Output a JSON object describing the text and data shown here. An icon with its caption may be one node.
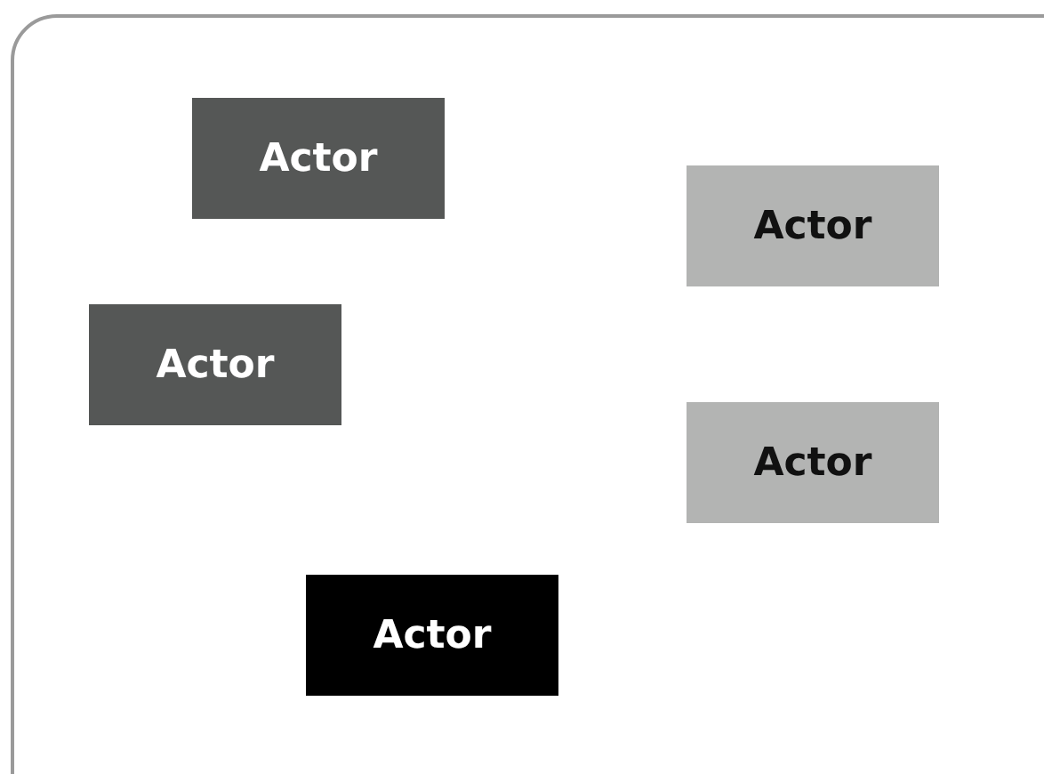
{
  "diagram": {
    "nodes": [
      {
        "text": [],
        "shape": "box"
      },
      {
        "text": [
          "Actor"
        ],
        "in": 0
      },
      {
        "text": [
          "Actor"
        ],
        "in": 0
      },
      {
        "text": [
          "Actor"
        ],
        "in": 0
      },
      {
        "text": [
          "Actor"
        ],
        "in": 0
      },
      {
        "text": [
          "Actor"
        ],
        "in": 0
      }
    ]
  }
}
